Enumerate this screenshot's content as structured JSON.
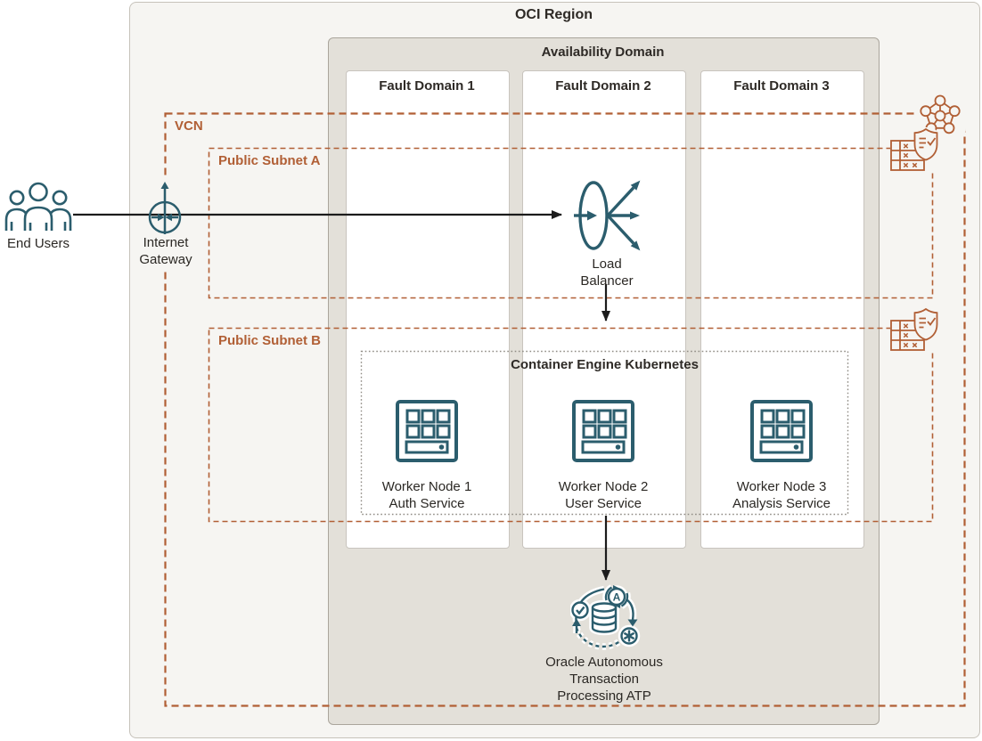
{
  "region": {
    "title": "OCI Region"
  },
  "availability_domain": {
    "title": "Availability Domain"
  },
  "fault_domains": [
    {
      "title": "Fault Domain 1"
    },
    {
      "title": "Fault Domain 2"
    },
    {
      "title": "Fault Domain 3"
    }
  ],
  "vcn": {
    "label": "VCN"
  },
  "subnets": [
    {
      "label": "Public Subnet A"
    },
    {
      "label": "Public Subnet B"
    }
  ],
  "kubernetes": {
    "title": "Container Engine Kubernetes",
    "worker_nodes": [
      {
        "name": "Worker Node 1",
        "service": "Auth Service"
      },
      {
        "name": "Worker Node 2",
        "service": "User Service"
      },
      {
        "name": "Worker Node 3",
        "service": "Analysis Service"
      }
    ]
  },
  "end_users": {
    "label": "End Users"
  },
  "internet_gateway": {
    "line1": "Internet",
    "line2": "Gateway"
  },
  "load_balancer": {
    "line1": "Load",
    "line2": "Balancer"
  },
  "atp": {
    "line1": "Oracle Autonomous",
    "line2": "Transaction",
    "line3": "Processing ATP"
  },
  "icons": {
    "end_users": "people-group-icon",
    "internet_gateway": "internet-gateway-icon",
    "load_balancer": "load-balancer-icon",
    "worker_node": "container-node-icon",
    "atp": "autonomous-database-icon",
    "vcn": "vcn-network-icon",
    "subnet_corner": "route-table-security-list-icon"
  },
  "colors": {
    "teal": "#2b5d6d",
    "orange": "#b15f35",
    "region_bg": "#f6f5f2",
    "availability_domain_bg": "#e3e0d9",
    "fault_domain_bg": "#ffffff",
    "arrow": "#1c1c1c",
    "box_border": "#c6c2ba",
    "kubernetes_border": "#8f8b84"
  }
}
